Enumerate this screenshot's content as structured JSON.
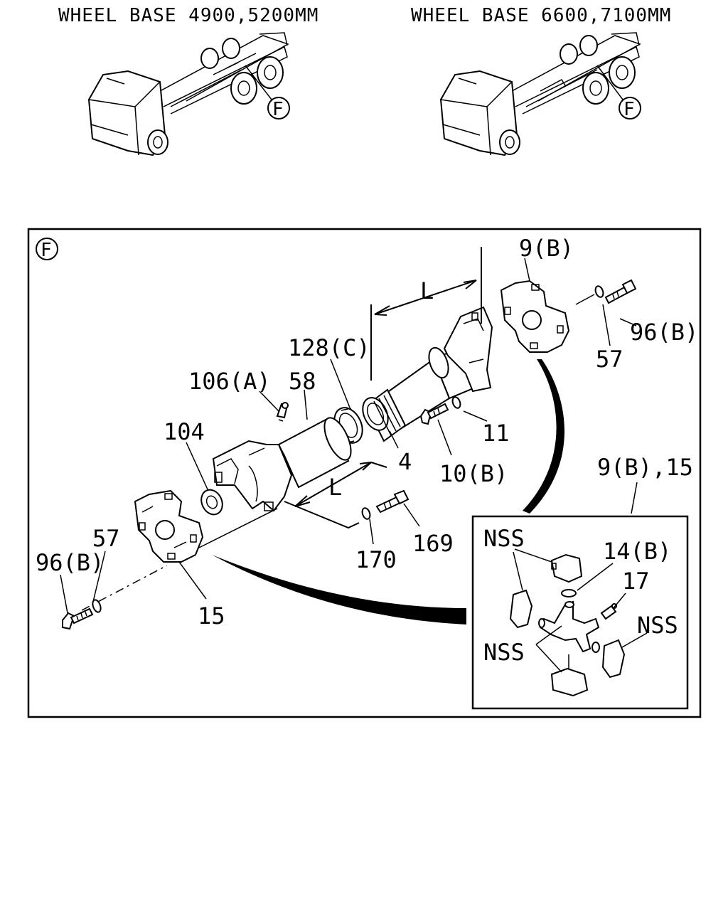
{
  "headers": {
    "left": "WHEEL BASE 4900,5200MM",
    "right": "WHEEL BASE 6600,7100MM"
  },
  "view_marker": "F",
  "labels": {
    "part_9b": "9(B)",
    "dim_L_top": "L",
    "part_96b_right": "96(B)",
    "part_57_right": "57",
    "part_128c": "128(C)",
    "part_106a": "106(A)",
    "part_58": "58",
    "part_104": "104",
    "part_11": "11",
    "part_4": "4",
    "part_10b": "10(B)",
    "dim_L_mid": "L",
    "part_9b_15": "9(B),15",
    "part_57_left": "57",
    "part_96b_left": "96(B)",
    "part_169": "169",
    "part_170": "170",
    "part_15": "15",
    "nss_top": "NSS",
    "part_14b": "14(B)",
    "part_17": "17",
    "nss_right": "NSS",
    "nss_bottom": "NSS"
  }
}
